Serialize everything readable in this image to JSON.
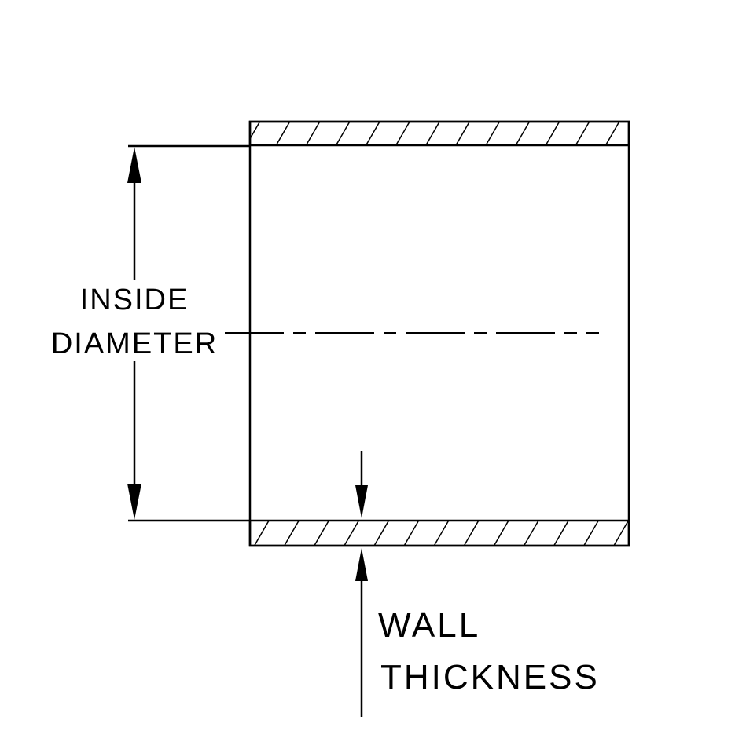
{
  "diagram": {
    "type": "technical-cross-section",
    "subject": "tube wall cross section with dimension callouts",
    "labels": {
      "inside_diameter_line1": "INSIDE",
      "inside_diameter_line2": "DIAMETER",
      "wall_thickness_line1": "WALL",
      "wall_thickness_line2": "THICKNESS"
    },
    "colors": {
      "line": "#000000",
      "background": "#ffffff"
    }
  }
}
